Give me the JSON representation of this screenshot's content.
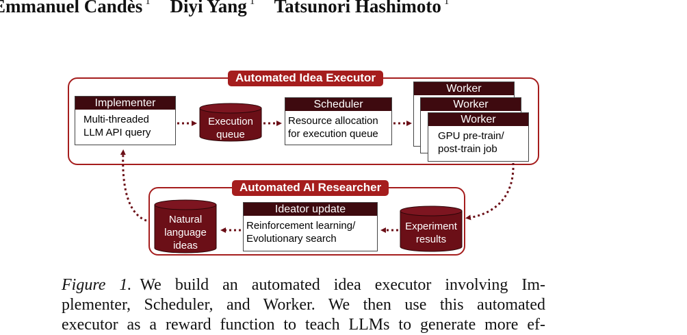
{
  "authors": [
    {
      "name": "Emmanuel Candès",
      "affil": "1"
    },
    {
      "name": "Diyi Yang",
      "affil": "1"
    },
    {
      "name": "Tatsunori Hashimoto",
      "affil": "1"
    }
  ],
  "diagram": {
    "executor": {
      "label": "Automated Idea Executor",
      "implementer": {
        "title": "Implementer",
        "body": [
          "Multi-threaded",
          "LLM API query"
        ]
      },
      "queue": {
        "label": [
          "Execution",
          "queue"
        ]
      },
      "scheduler": {
        "title": "Scheduler",
        "body": [
          "Resource allocation",
          "for execution queue"
        ]
      },
      "workers": [
        {
          "title": "Worker"
        },
        {
          "title": "Worker"
        },
        {
          "title": "Worker",
          "body": [
            "GPU pre-train/",
            "post-train job"
          ]
        }
      ]
    },
    "researcher": {
      "label": "Automated AI Researcher",
      "ideas": {
        "label": [
          "Natural",
          "language",
          "ideas"
        ]
      },
      "ideator": {
        "title": "Ideator update",
        "body": [
          "Reinforcement learning/",
          "Evolutionary search"
        ]
      },
      "results": {
        "label": [
          "Experiment",
          "results"
        ]
      }
    },
    "colors": {
      "accent": "#a51d1d",
      "dark": "#3e0a0f",
      "cylinder": "#6b0f17"
    }
  },
  "caption": {
    "figure_label": "Figure 1.",
    "lines": [
      "We build an automated idea executor involving Im-",
      "plementer, Scheduler, and Worker. We then use this automated",
      "executor as a reward function to teach LLMs to generate more ef-"
    ]
  }
}
